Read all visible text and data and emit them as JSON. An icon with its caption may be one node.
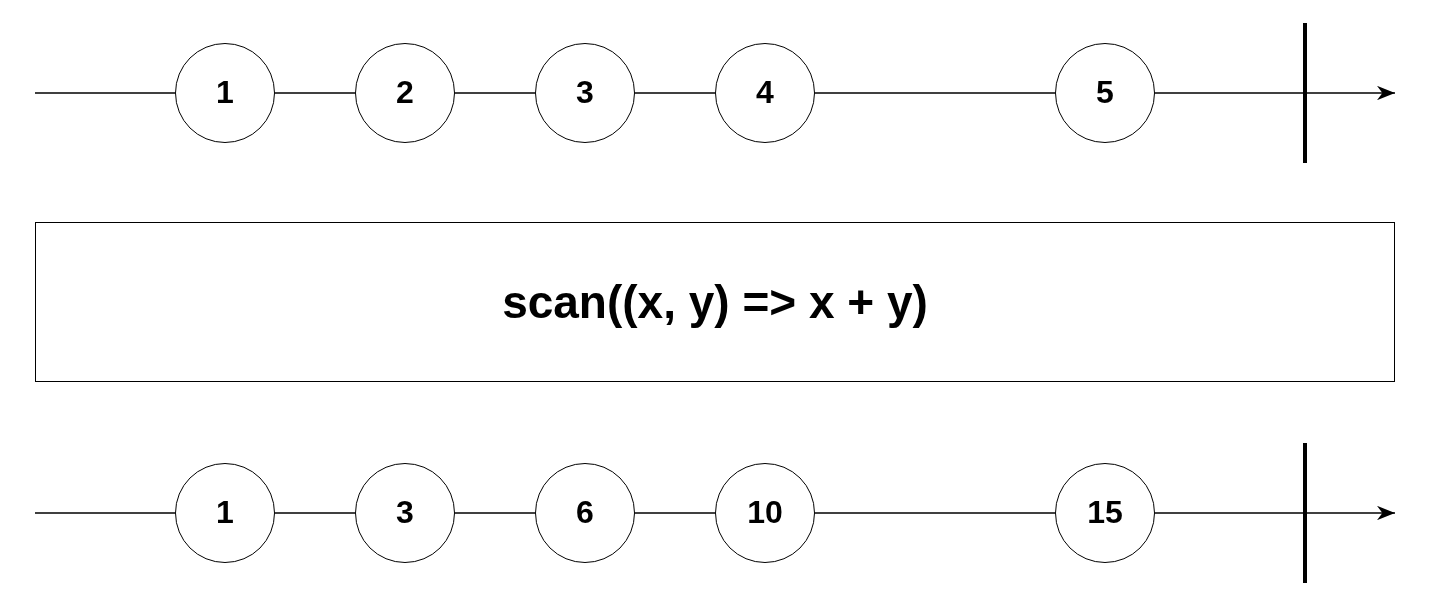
{
  "diagram": {
    "nodes": [
      {
        "text": [
          "1"
        ]
      },
      {
        "text": [
          "2"
        ]
      },
      {
        "text": [
          "3"
        ]
      },
      {
        "text": [
          "4"
        ]
      },
      {
        "text": [
          "5"
        ]
      },
      {
        "text": [],
        "shape": "bar"
      },
      {
        "text": [
          "scan((x, y) => x + y)"
        ]
      },
      {
        "text": [
          "1"
        ]
      },
      {
        "text": [
          "3"
        ]
      },
      {
        "text": [
          "6"
        ]
      },
      {
        "text": [
          "10"
        ]
      },
      {
        "text": [
          "15"
        ]
      },
      {
        "text": [],
        "shape": "bar"
      }
    ],
    "edges": [
      {
        "from": null,
        "to": 0,
        "arrow": "none"
      },
      {
        "from": 0,
        "to": 1,
        "arrow": "none"
      },
      {
        "from": 1,
        "to": 2,
        "arrow": "none"
      },
      {
        "from": 2,
        "to": 3,
        "arrow": "none"
      },
      {
        "from": 3,
        "to": 4,
        "arrow": "none"
      },
      {
        "from": 4,
        "to": 5,
        "arrow": "none"
      },
      {
        "from": 5,
        "to": null,
        "arrow": "to"
      },
      {
        "from": null,
        "to": 7,
        "arrow": "none"
      },
      {
        "from": 7,
        "to": 8,
        "arrow": "none"
      },
      {
        "from": 8,
        "to": 9,
        "arrow": "none"
      },
      {
        "from": 9,
        "to": 10,
        "arrow": "none"
      },
      {
        "from": 10,
        "to": 11,
        "arrow": "none"
      },
      {
        "from": 11,
        "to": 12,
        "arrow": "none"
      },
      {
        "from": 12,
        "to": null,
        "arrow": "to"
      }
    ]
  }
}
